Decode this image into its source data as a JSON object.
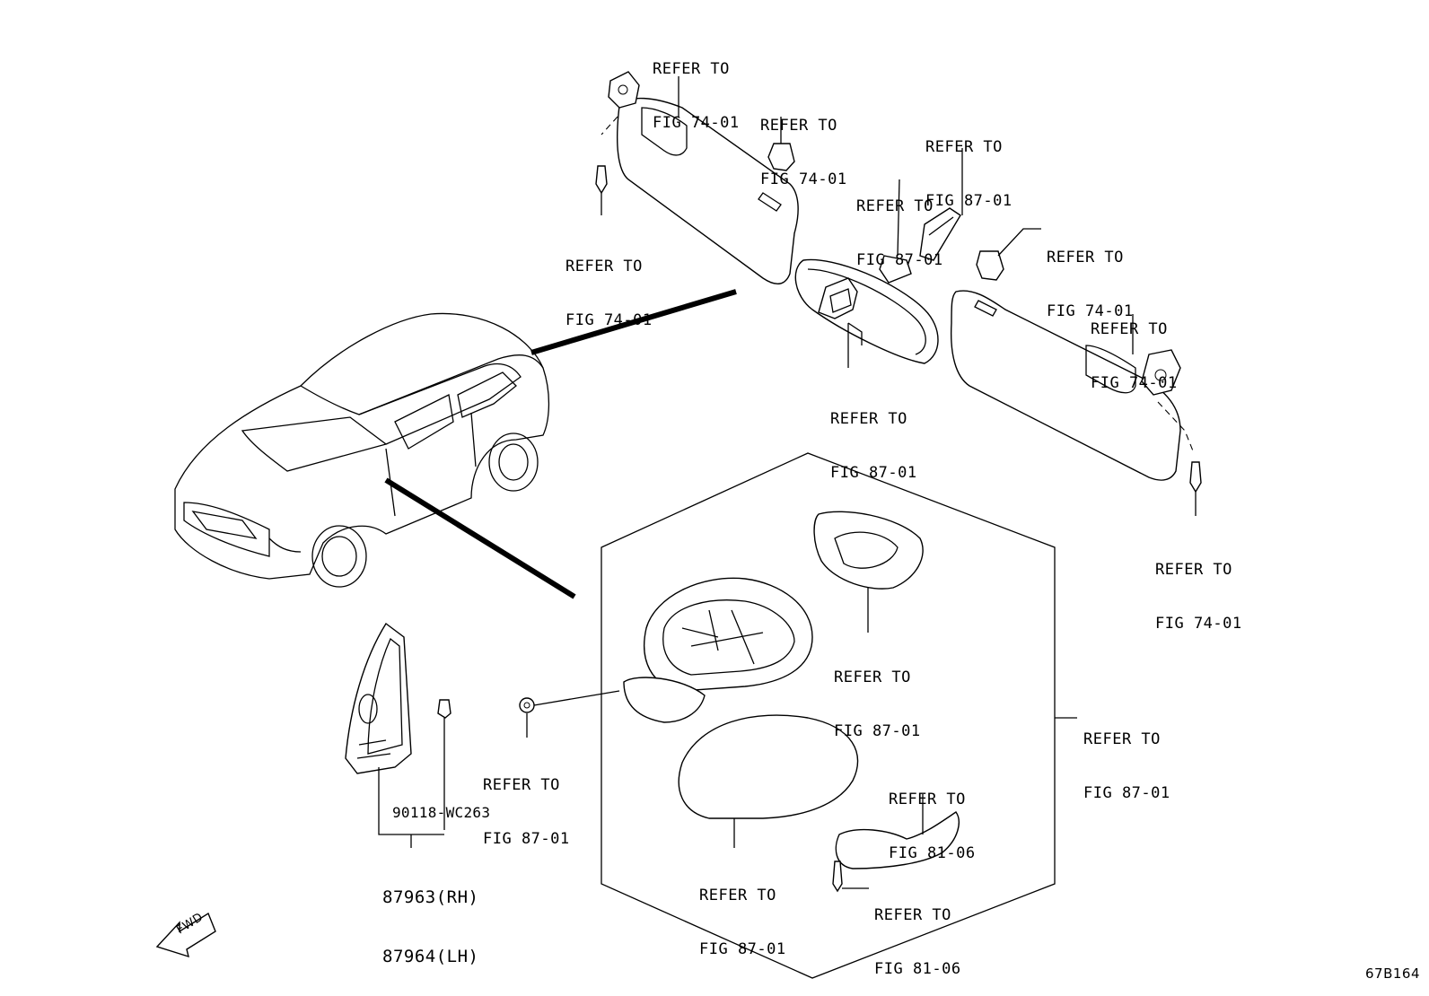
{
  "refs": {
    "visor_rh_top": [
      "REFER TO",
      "FIG 74-01"
    ],
    "visor_clip_left": [
      "REFER TO",
      "FIG 74-01"
    ],
    "visor_screw_left": [
      "REFER TO",
      "FIG 74-01"
    ],
    "mirror_cover_top": [
      "REFER TO",
      "FIG 87-01"
    ],
    "mirror_mount": [
      "REFER TO",
      "FIG 87-01"
    ],
    "visor_clip_right": [
      "REFER TO",
      "FIG 74-01"
    ],
    "visor_lh_hinge": [
      "REFER TO",
      "FIG 74-01"
    ],
    "inner_mirror": [
      "REFER TO",
      "FIG 87-01"
    ],
    "visor_screw_right": [
      "REFER TO",
      "FIG 74-01"
    ],
    "outer_mirror_glass": [
      "REFER TO",
      "FIG 87-01"
    ],
    "outer_mirror_assy": [
      "REFER TO",
      "FIG 87-01"
    ],
    "mirror_nut": [
      "REFER TO",
      "FIG 87-01"
    ],
    "turn_lamp": [
      "REFER TO",
      "FIG 81-06"
    ],
    "mirror_cap": [
      "REFER TO",
      "FIG 87-01"
    ],
    "turn_lamp_screw": [
      "REFER TO",
      "FIG 81-06"
    ]
  },
  "parts": {
    "clip_number": "90118-WC263",
    "garnish_rh": "87963(RH)",
    "garnish_lh": "87964(LH)"
  },
  "fwd_label": "FWD",
  "drawing_code": "67B164"
}
